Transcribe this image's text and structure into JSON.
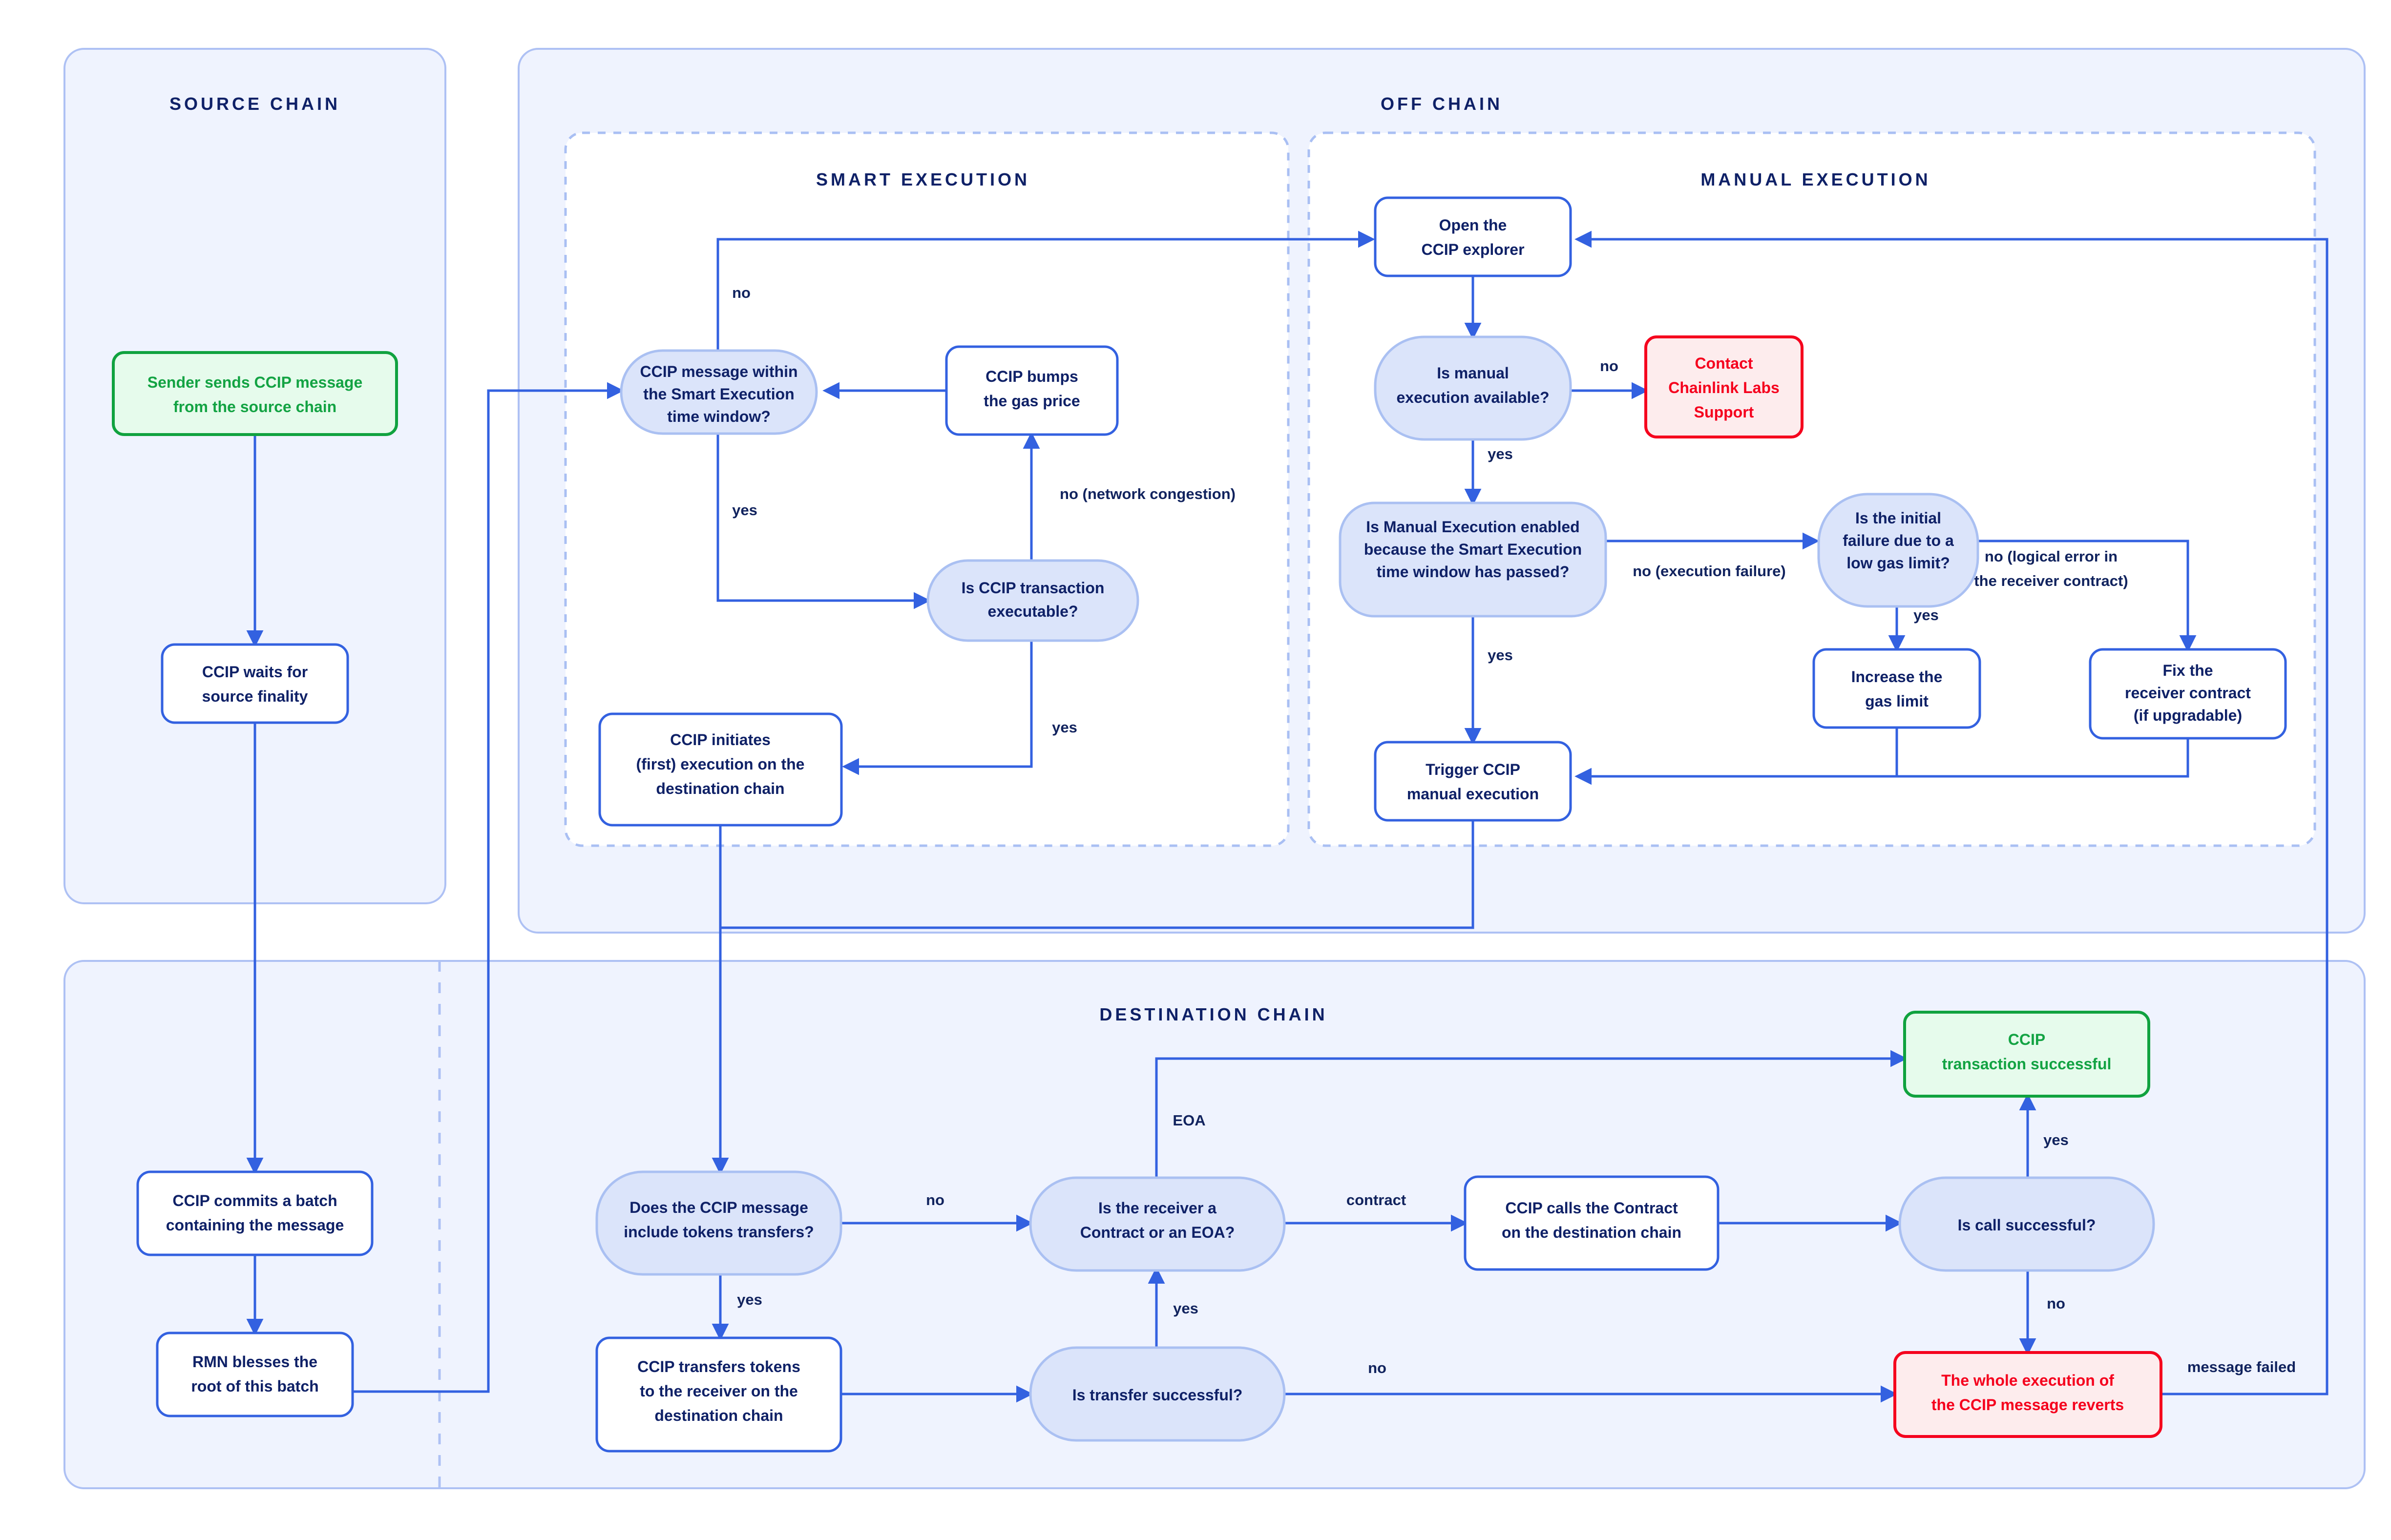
{
  "diagram": {
    "title": "CCIP message execution flow",
    "colors": {
      "lane_fill": "#eff3fe",
      "lane_stroke": "#aec1f4",
      "edge": "#3361e0",
      "process_stroke": "#3361e0",
      "decision_fill": "#dbe4fa",
      "decision_stroke": "#aac0f2",
      "success_green": "#10a23f",
      "failure_red": "#f5001d",
      "text_navy": "#0f2167"
    }
  },
  "lanes": {
    "source_chain": "SOURCE CHAIN",
    "off_chain": "OFF CHAIN",
    "smart_execution": "SMART EXECUTION",
    "manual_execution": "MANUAL EXECUTION",
    "destination_chain": "DESTINATION CHAIN"
  },
  "nodes": {
    "sender_sends": {
      "line1": "Sender sends CCIP message",
      "line2": "from the source chain",
      "type": "terminator-success"
    },
    "waits_finality": {
      "line1": "CCIP waits for",
      "line2": "source finality",
      "type": "process"
    },
    "commits_batch": {
      "line1": "CCIP commits a batch",
      "line2": "containing the message",
      "type": "process"
    },
    "rmn_blesses": {
      "line1": "RMN blesses the",
      "line2": "root of this batch",
      "type": "process"
    },
    "within_window": {
      "line1": "CCIP message within",
      "line2": "the Smart Execution",
      "line3": "time window?",
      "type": "decision"
    },
    "bumps_gas": {
      "line1": "CCIP bumps",
      "line2": "the gas price",
      "type": "process"
    },
    "is_executable": {
      "line1": "Is CCIP transaction",
      "line2": "executable?",
      "type": "decision"
    },
    "initiates_execution": {
      "line1": "CCIP initiates",
      "line2": "(first) execution on the",
      "line3": "destination chain",
      "type": "process"
    },
    "open_explorer": {
      "line1": "Open the",
      "line2": "CCIP explorer",
      "type": "process"
    },
    "manual_available": {
      "line1": "Is manual",
      "line2": "execution available?",
      "type": "decision"
    },
    "contact_support": {
      "line1": "Contact",
      "line2": "Chainlink Labs",
      "line3": "Support",
      "type": "terminator-failure"
    },
    "manual_enabled": {
      "line1": "Is Manual Execution enabled",
      "line2": "because the Smart Execution",
      "line3": "time window has passed?",
      "type": "decision"
    },
    "initial_failure": {
      "line1": "Is the initial",
      "line2": "failure due to a",
      "line3": "low gas limit?",
      "type": "decision"
    },
    "increase_gas": {
      "line1": "Increase the",
      "line2": "gas limit",
      "type": "process"
    },
    "fix_receiver": {
      "line1": "Fix the",
      "line2": "receiver contract",
      "line3": "(if upgradable)",
      "type": "process"
    },
    "trigger_manual": {
      "line1": "Trigger CCIP",
      "line2": "manual execution",
      "type": "process"
    },
    "include_tokens": {
      "line1": "Does the CCIP message",
      "line2": "include tokens transfers?",
      "type": "decision"
    },
    "transfers_tokens": {
      "line1": "CCIP transfers tokens",
      "line2": "to the receiver on the",
      "line3": "destination chain",
      "type": "process"
    },
    "transfer_successful": {
      "line1": "Is transfer successful?",
      "type": "decision"
    },
    "contract_or_eoa": {
      "line1": "Is the receiver a",
      "line2": "Contract or an EOA?",
      "type": "decision"
    },
    "calls_contract": {
      "line1": "CCIP calls the Contract",
      "line2": "on the destination chain",
      "type": "process"
    },
    "call_successful": {
      "line1": "Is call successful?",
      "type": "decision"
    },
    "tx_successful": {
      "line1": "CCIP",
      "line2": "transaction successful",
      "type": "terminator-success"
    },
    "whole_reverts": {
      "line1": "The whole execution of",
      "line2": "the CCIP message reverts",
      "type": "terminator-failure"
    }
  },
  "edge_labels": {
    "window_no": "no",
    "window_yes": "yes",
    "executable_no": "no (network congestion)",
    "executable_yes": "yes",
    "manual_available_no": "no",
    "manual_available_yes": "yes",
    "manual_enabled_no": "no (execution failure)",
    "manual_enabled_yes": "yes",
    "initial_failure_yes": "yes",
    "initial_failure_no_line1": "no (logical error in",
    "initial_failure_no_line2": "the receiver contract)",
    "tokens_no": "no",
    "tokens_yes": "yes",
    "transfer_yes": "yes",
    "transfer_no": "no",
    "receiver_eoa": "EOA",
    "receiver_contract": "contract",
    "call_yes": "yes",
    "call_no": "no",
    "message_failed": "message failed"
  }
}
